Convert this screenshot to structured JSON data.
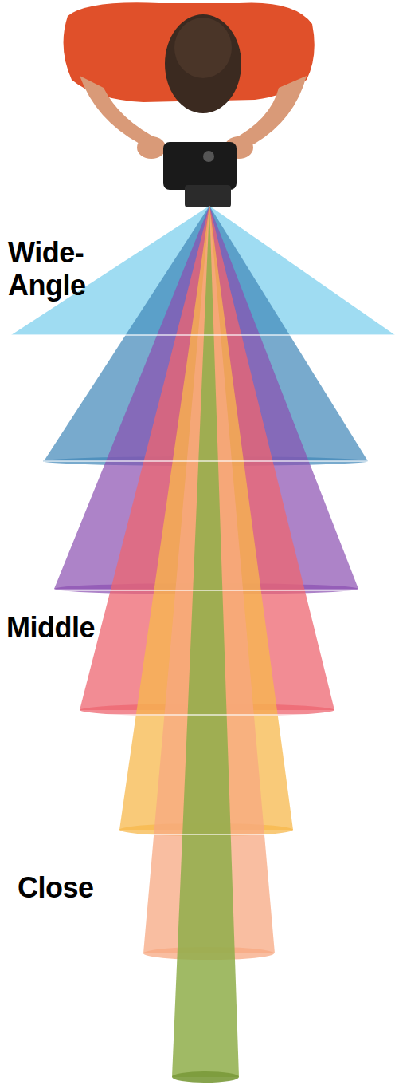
{
  "diagram": {
    "labels": [
      "Wide-Angle",
      "Middle",
      "Close"
    ]
  }
}
